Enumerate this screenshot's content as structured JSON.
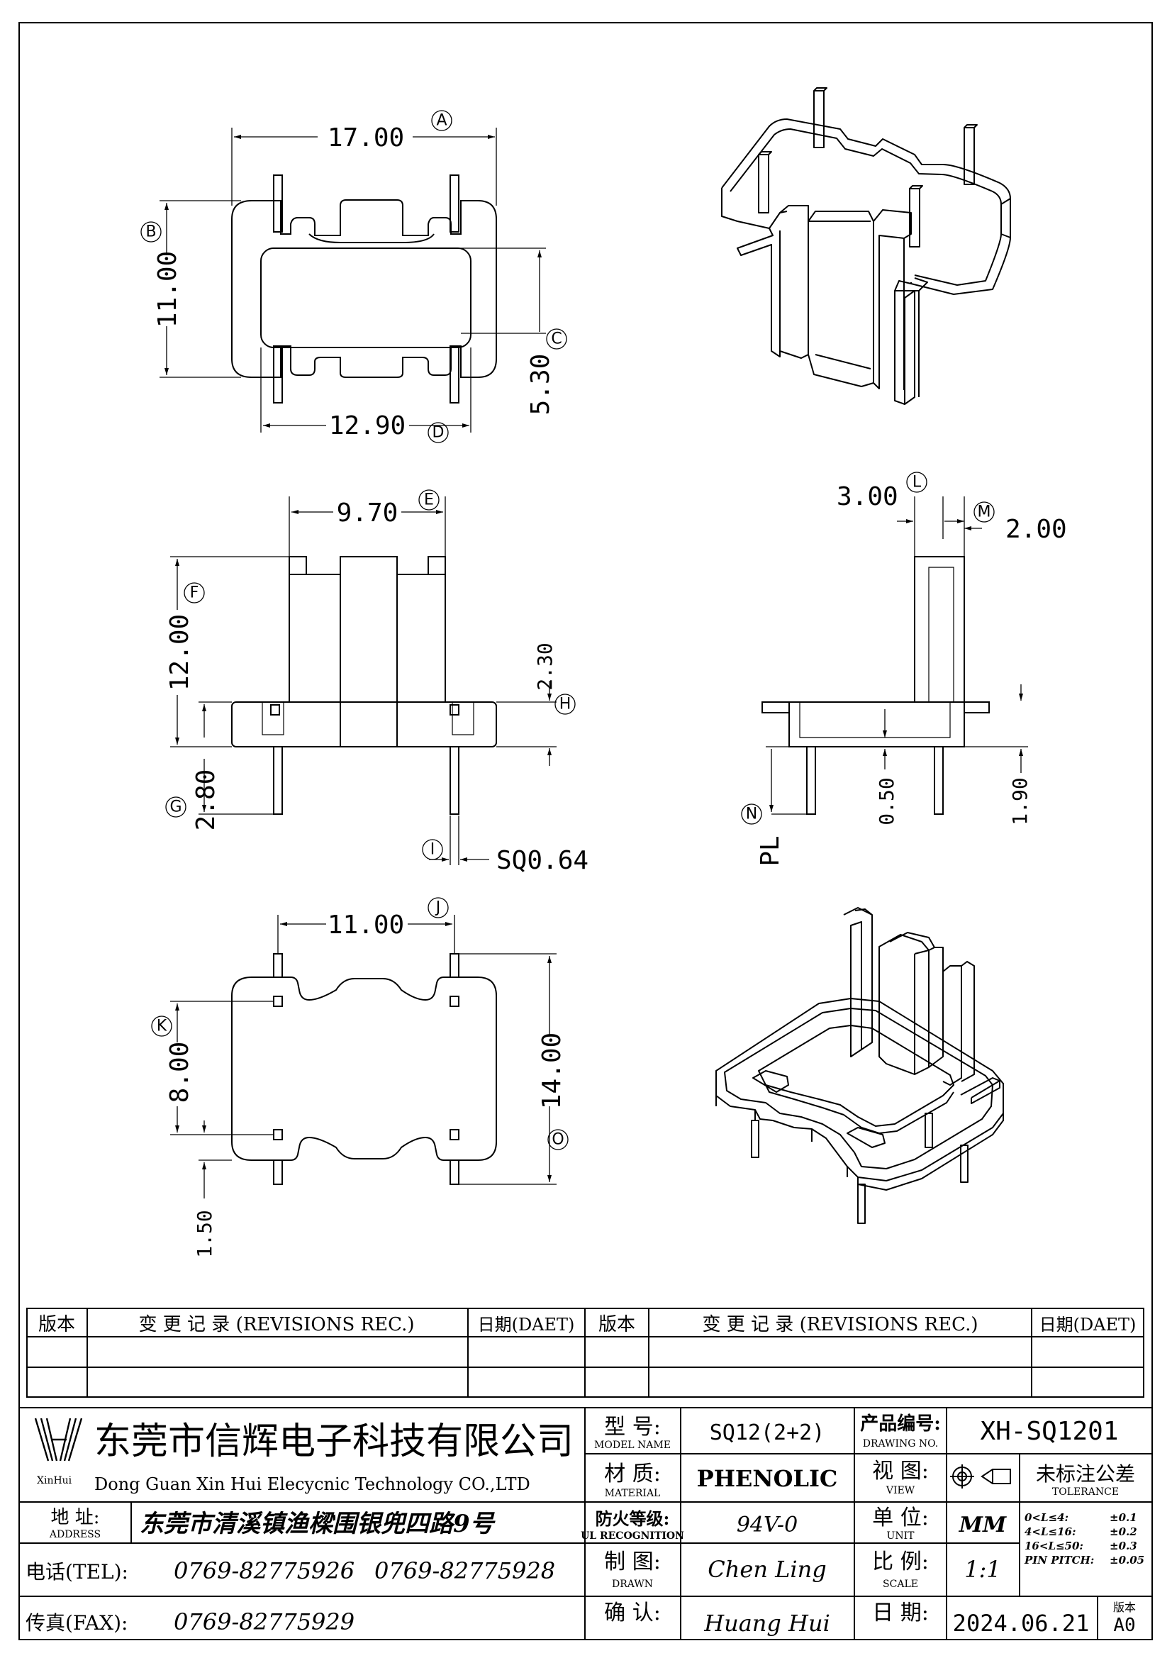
{
  "dimensions": {
    "A": {
      "value": "17.00",
      "label": "A"
    },
    "B": {
      "value": "11.00",
      "label": "B"
    },
    "C": {
      "value": "5.30",
      "label": "C"
    },
    "D": {
      "value": "12.90",
      "label": "D"
    },
    "E": {
      "value": "9.70",
      "label": "E"
    },
    "F": {
      "value": "12.00",
      "label": "F"
    },
    "G": {
      "value": "2.80",
      "label": "G"
    },
    "H": {
      "value": "2.30",
      "label": "H"
    },
    "I": {
      "value": "SQ0.64",
      "label": "I"
    },
    "J": {
      "value": "11.00",
      "label": "J"
    },
    "K": {
      "value": "8.00",
      "label": "K"
    },
    "L": {
      "value": "3.00",
      "label": "L"
    },
    "M": {
      "value": "2.00",
      "label": "M"
    },
    "N": {
      "value": "PL",
      "label": "N"
    },
    "O": {
      "value": "14.00",
      "label": "O"
    },
    "side_050": "0.50",
    "side_190": "1.90",
    "bottom_150": "1.50"
  },
  "revisions": {
    "col_version": "版本",
    "col_changes": "变 更 记 录 (REVISIONS REC.)",
    "col_date": "日期(DAET)"
  },
  "title_block": {
    "logo_text": "XinHui",
    "company_cn": "东莞市信辉电子科技有限公司",
    "company_en": "Dong Guan Xin Hui Elecycnic Technology CO.,LTD",
    "address_label": "地 址:",
    "address_label_en": "ADDRESS",
    "address": "东莞市清溪镇渔樑围银兜四路9号",
    "tel_label": "电话(TEL):",
    "tel1": "0769-82775926",
    "tel2": "0769-82775928",
    "fax_label": "传真(FAX):",
    "fax": "0769-82775929",
    "model_label": "型 号:",
    "model_label_en": "MODEL NAME",
    "model": "SQ12(2+2)",
    "material_label": "材 质:",
    "material_label_en": "MATERIAL",
    "material": "PHENOLIC",
    "fire_label": "防火等级:",
    "fire_label_en": "UL RECOGNITION",
    "fire": "94V-0",
    "drawn_label": "制 图:",
    "drawn_label_en": "DRAWN",
    "drawn": "Chen Ling",
    "check_label": "确 认:",
    "check": "Huang Hui",
    "drawing_no_label": "产品编号:",
    "drawing_no_label_en": "DRAWING NO.",
    "drawing_no": "XH-SQ1201",
    "view_label": "视 图:",
    "view_label_en": "VIEW",
    "unit_label": "单 位:",
    "unit_label_en": "UNIT",
    "unit": "MM",
    "scale_label": "比 例:",
    "scale_label_en": "SCALE",
    "scale": "1:1",
    "date_label": "日 期:",
    "date": "2024.06.21",
    "version_label": "版本",
    "version": "A0",
    "tolerance_title": "未标注公差",
    "tolerance_title_en": "TOLERANCE",
    "tolerances": [
      {
        "range": "0<L≤4:",
        "value": "±0.1"
      },
      {
        "range": "4<L≤16:",
        "value": "±0.2"
      },
      {
        "range": "16<L≤50:",
        "value": "±0.3"
      },
      {
        "range": "PIN PITCH:",
        "value": "±0.05"
      }
    ]
  }
}
